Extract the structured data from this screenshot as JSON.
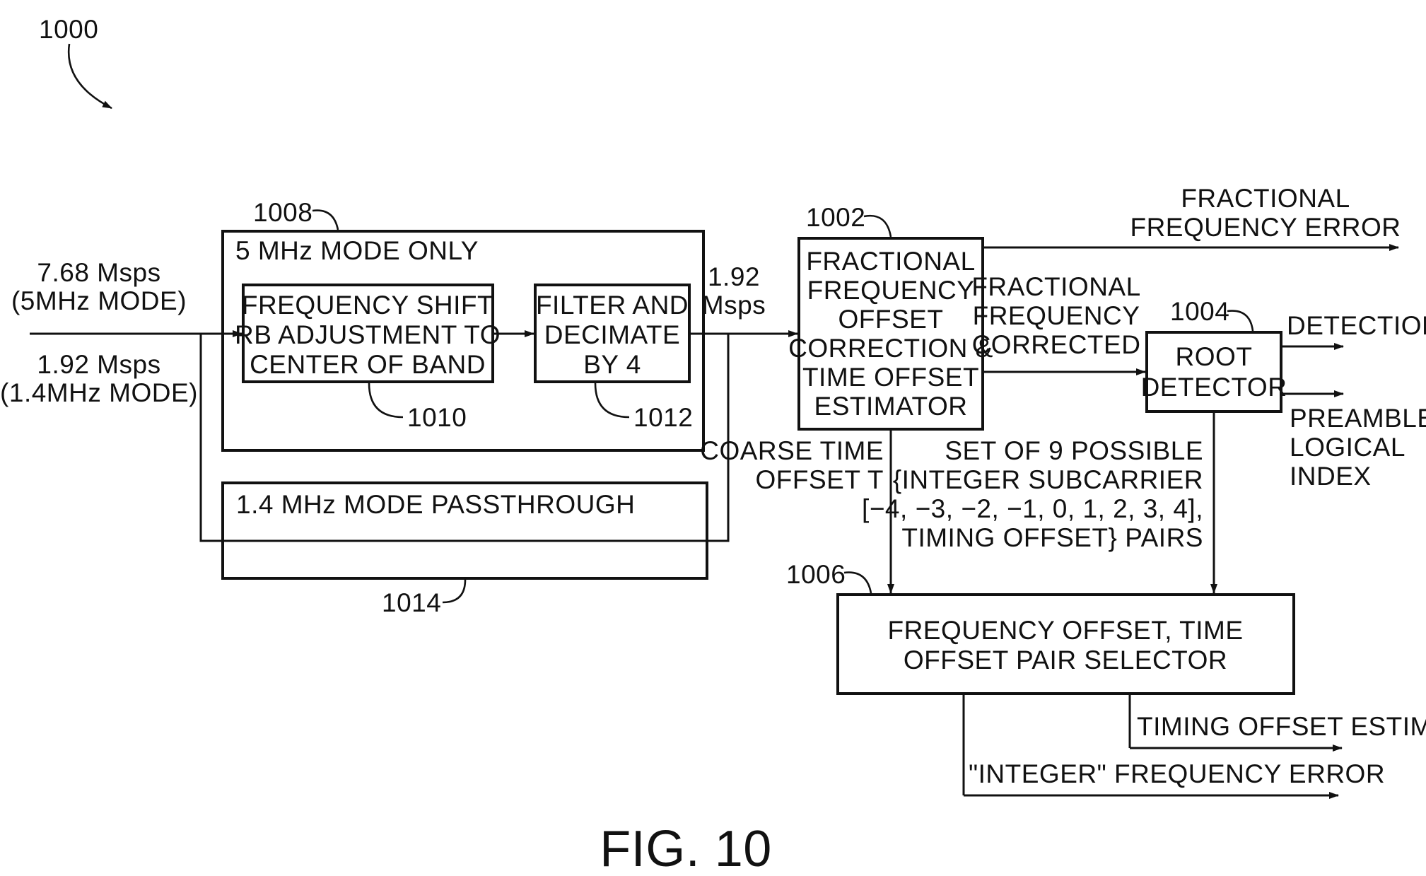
{
  "figure": {
    "caption": "FIG. 10",
    "ref_main": "1000"
  },
  "inputs": {
    "rate_5mhz": "7.68  Msps",
    "mode_5mhz": "(5MHz MODE)",
    "rate_1_4mhz": "1.92  Msps",
    "mode_1_4mhz": "(1.4MHz MODE)"
  },
  "block_1008": {
    "ref": "1008",
    "title": "5  MHz  MODE  ONLY"
  },
  "block_1010": {
    "ref": "1010",
    "lines": [
      "FREQUENCY  SHIFT",
      "RB  ADJUSTMENT  TO",
      "CENTER  OF  BAND"
    ]
  },
  "block_1012": {
    "ref": "1012",
    "lines": [
      "FILTER  AND",
      "DECIMATE",
      "BY  4"
    ]
  },
  "block_1014": {
    "ref": "1014",
    "title": "1.4  MHz  MODE  PASSTHROUGH"
  },
  "rate_out": [
    "1.92",
    "Msps"
  ],
  "block_1002": {
    "ref": "1002",
    "lines": [
      "FRACTIONAL",
      "FREQUENCY",
      "OFFSET",
      "CORRECTION  &",
      "TIME  OFFSET",
      "ESTIMATOR"
    ]
  },
  "block_1004": {
    "ref": "1004",
    "lines": [
      "ROOT",
      "DETECTOR"
    ]
  },
  "block_1006": {
    "ref": "1006",
    "lines": [
      "FREQUENCY  OFFSET,  TIME",
      "OFFSET  PAIR  SELECTOR"
    ]
  },
  "signals": {
    "fractional_error": [
      "FRACTIONAL",
      "FREQUENCY  ERROR"
    ],
    "fractional_corrected": [
      "FRACTIONAL",
      "FREQUENCY",
      "CORRECTED"
    ],
    "detection": "DETECTION",
    "preamble": [
      "PREAMBLE",
      "LOGICAL",
      "INDEX"
    ],
    "coarse_time": [
      "COARSE  TIME",
      "OFFSET  T"
    ],
    "set_pairs": [
      "SET  OF  9  POSSIBLE",
      "{INTEGER  SUBCARRIER",
      "[−4, −3, −2, −1, 0, 1, 2, 3, 4],",
      "TIMING  OFFSET}  PAIRS"
    ],
    "timing_estimate": "TIMING  OFFSET  ESTIMATE",
    "integer_error": "\"INTEGER\"  FREQUENCY  ERROR"
  }
}
